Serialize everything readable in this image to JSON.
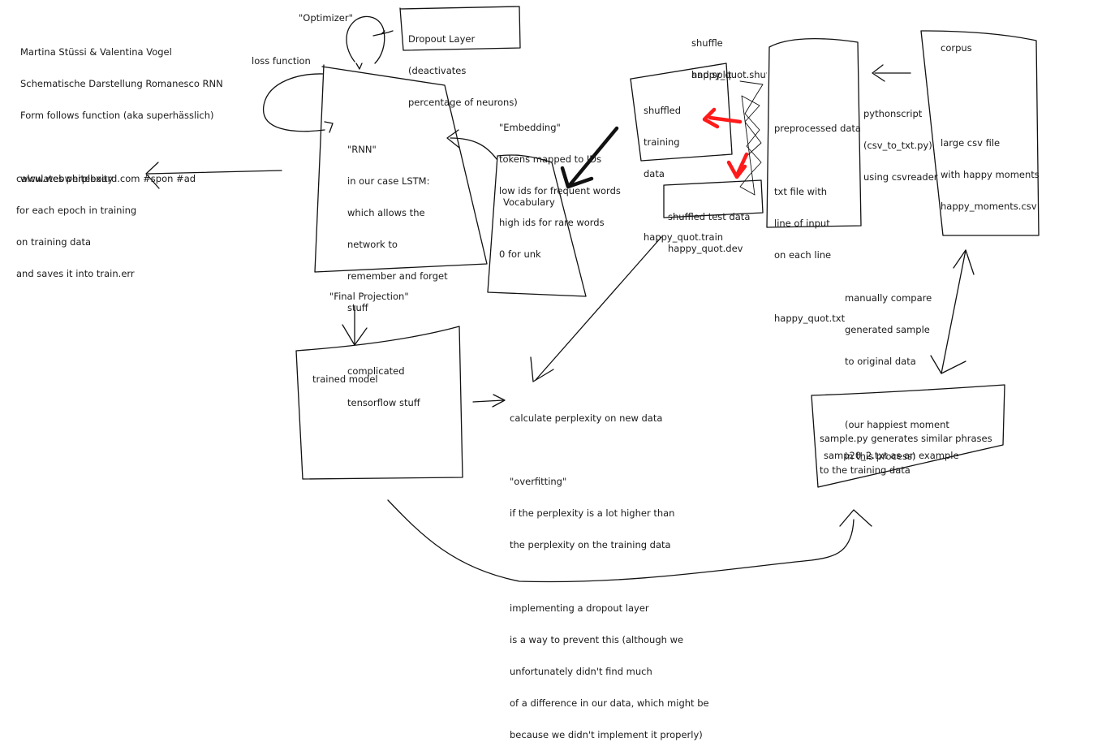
{
  "header": [
    "Martina Stüssi & Valentina Vogel",
    "Schematische Darstellung Romanesco RNN",
    "Form follows function (aka superhässlich)",
    "",
    "www.webwhiteboard.com #spon #ad"
  ],
  "optimizer_label": "\"Optimizer\"",
  "dropout_box": [
    "Dropout Layer",
    "(deactivates",
    "percentage of neurons)"
  ],
  "loss_label": "loss function",
  "perplexity_note": [
    "calculates perplexity",
    "for each epoch in training",
    "on training data",
    "and saves it into train.err"
  ],
  "rnn_box": [
    "\"RNN\"",
    "in our case LSTM:",
    "which allows the",
    "network to",
    "remember and forget",
    "stuff",
    "",
    "complicated",
    "tensorflow stuff"
  ],
  "embedding_note": [
    "\"Embedding\"",
    "tokens mapped to IDs",
    "low ids for frequent words",
    "high ids for rare words",
    "0 for unk"
  ],
  "vocabulary_label": "Vocabulary",
  "shuffle_label": [
    "shuffle",
    "and split"
  ],
  "happy_quot_shuf": "happy_quot.shuf",
  "train_box": [
    "shuffled",
    "training",
    "data",
    "",
    "happy_quot.train"
  ],
  "test_box": [
    "shuffled test data",
    "happy_quot.dev"
  ],
  "preprocessed_box": [
    "preprocessed data",
    "",
    "txt file with",
    "line of input",
    "on each line",
    "",
    "happy_quot.txt"
  ],
  "pythonscript_note": [
    "pythonscript",
    "(csv_to_txt.py)",
    "using csvreader"
  ],
  "corpus_label": "corpus",
  "corpus_desc": [
    "large csv file",
    "with happy moments",
    "happy_moments.csv"
  ],
  "final_projection": "\"Final Projection\"",
  "trained_model": "trained model",
  "new_data_note": [
    "calculate perplexity on new data",
    "",
    "\"overfitting\"",
    "if the perplexity is a lot higher than",
    "the perplexity on the training data",
    "",
    "implementing a dropout layer",
    "is a way to prevent this (although we",
    "unfortunately didn't find much",
    "of a difference in our data, which might be",
    "because we didn't implement it properly)"
  ],
  "compare_note": [
    "manually compare",
    "generated sample",
    "to original data",
    "",
    "(our happiest moment",
    "in this process)"
  ],
  "sample_box": [
    "sample.py generates similar phrases",
    "to the training data"
  ],
  "sample_example": "samp20_2.txt as an example"
}
